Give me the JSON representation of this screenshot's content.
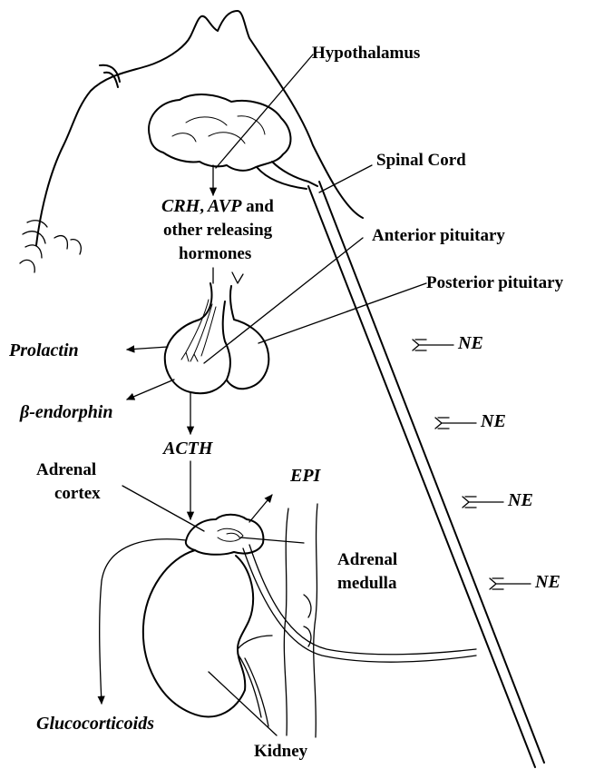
{
  "labels": {
    "hypothalamus": "Hypothalamus",
    "spinal_cord": "Spinal Cord",
    "crh": "CRH",
    "comma": ",",
    "avp": "AVP",
    "and": " and",
    "other_releasing": "other releasing",
    "hormones": "hormones",
    "anterior_pituitary": "Anterior pituitary",
    "posterior_pituitary": "Posterior pituitary",
    "prolactin": "Prolactin",
    "beta_endorphin": "β-endorphin",
    "acth": "ACTH",
    "adrenal_cortex_line1": "Adrenal",
    "adrenal_cortex_line2": "cortex",
    "epi": "EPI",
    "adrenal_medulla_line1": "Adrenal",
    "adrenal_medulla_line2": "medulla",
    "glucocorticoids": "Glucocorticoids",
    "kidney": "Kidney",
    "ne": [
      "NE",
      "NE",
      "NE",
      "NE"
    ]
  }
}
